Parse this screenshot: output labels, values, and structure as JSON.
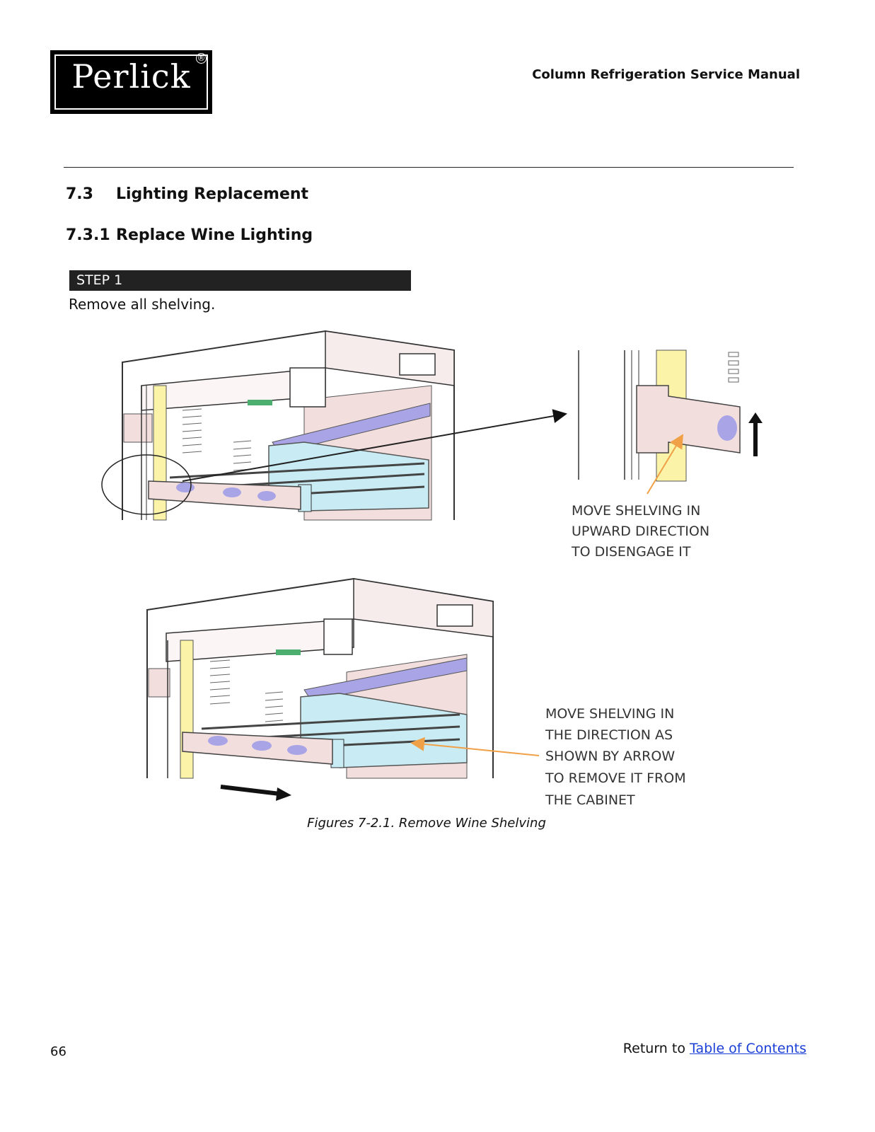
{
  "header": {
    "logo_text": "Perlick",
    "logo_reg": "®",
    "manual_title": "Column Refrigeration Service Manual"
  },
  "section": {
    "number": "7.3",
    "title": "Lighting Replacement"
  },
  "subsection": {
    "number": "7.3.1",
    "title": "Replace Wine Lighting"
  },
  "step": {
    "label": "STEP 1",
    "instruction": "Remove all shelving."
  },
  "figure": {
    "callout_top": [
      "MOVE SHELVING IN",
      "UPWARD DIRECTION",
      "TO DISENGAGE IT"
    ],
    "callout_bottom": [
      "MOVE SHELVING IN",
      "THE DIRECTION AS",
      "SHOWN BY ARROW",
      "TO REMOVE IT FROM",
      "THE CABINET"
    ],
    "caption": "Figures 7-2.1. Remove Wine Shelving",
    "colors": {
      "pink": "#f3dede",
      "blue": "#c9ecf4",
      "yellow": "#faf3a8",
      "oval": "#a9a4e6",
      "arrow": "#f0a046"
    }
  },
  "footer": {
    "page_number": "66",
    "return_text": "Return to ",
    "toc_link": "Table of Contents"
  }
}
